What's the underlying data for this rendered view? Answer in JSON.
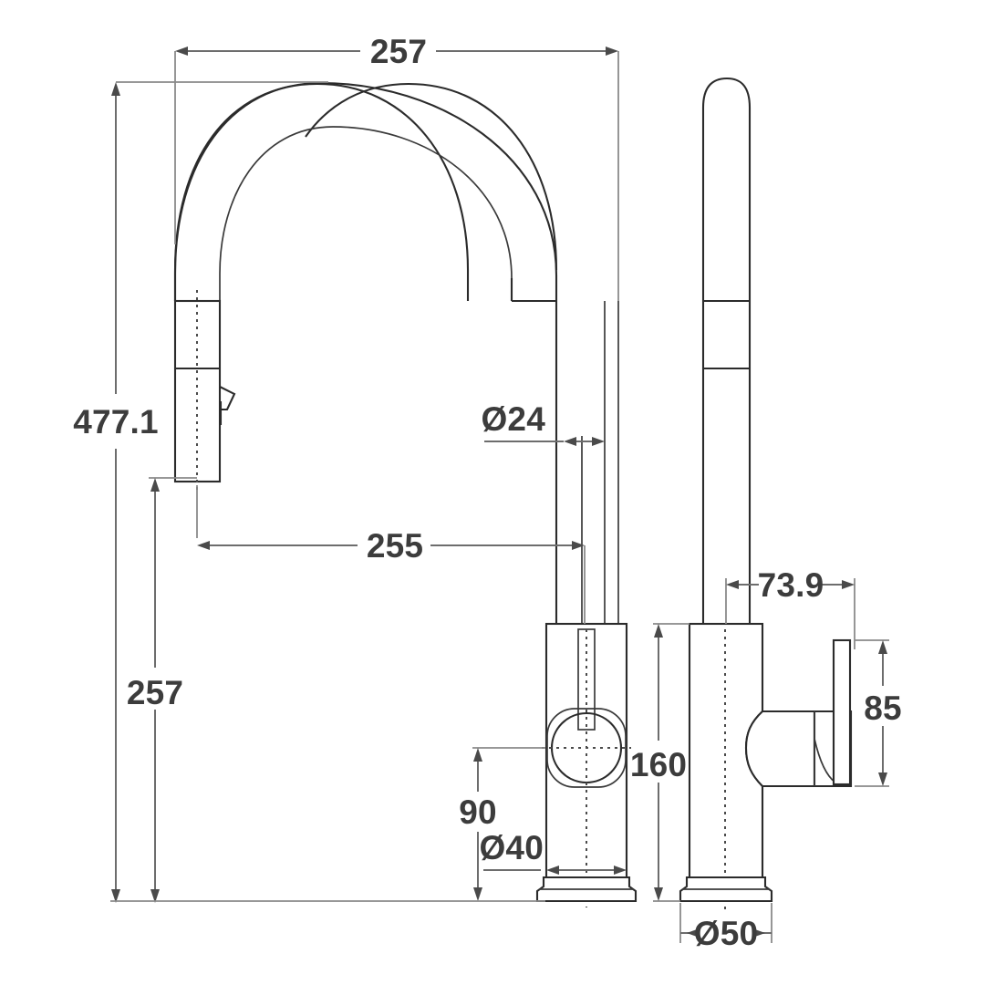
{
  "drawing": {
    "title": "Pull-out Kitchen Mixer Tap Dimensioned Technical Drawing",
    "units": "mm",
    "background_color": "#ffffff",
    "object_line_color": "#2b2b2b",
    "dimension_line_color": "#6d6d6d",
    "text_color": "#3c3c3c",
    "views": [
      {
        "name": "front-elevation",
        "label": ""
      },
      {
        "name": "side-elevation",
        "label": ""
      }
    ]
  },
  "dimensions": {
    "spout_reach_overall": {
      "label": "257",
      "value": 257,
      "orientation": "horizontal",
      "view": "front"
    },
    "overall_height": {
      "label": "477.1",
      "value": 477.1,
      "orientation": "vertical",
      "view": "front"
    },
    "spout_tube_diameter": {
      "label": "Ø24",
      "value": 24,
      "orientation": "horizontal",
      "view": "front"
    },
    "spray_head_to_spout_centre": {
      "label": "255",
      "value": 255,
      "orientation": "horizontal",
      "view": "front"
    },
    "spray_head_height": {
      "label": "257",
      "value": 257,
      "orientation": "vertical",
      "view": "front"
    },
    "handle_socket_height": {
      "label": "90",
      "value": 90,
      "orientation": "vertical",
      "view": "front"
    },
    "body_diameter": {
      "label": "Ø40",
      "value": 40,
      "orientation": "horizontal",
      "view": "front"
    },
    "body_height": {
      "label": "160",
      "value": 160,
      "orientation": "vertical",
      "view": "side"
    },
    "handle_projection": {
      "label": "73.9",
      "value": 73.9,
      "orientation": "horizontal",
      "view": "side"
    },
    "handle_lever_height": {
      "label": "85",
      "value": 85,
      "orientation": "vertical",
      "view": "side"
    },
    "base_flange_diameter": {
      "label": "Ø50",
      "value": 50,
      "orientation": "horizontal",
      "view": "side"
    }
  }
}
